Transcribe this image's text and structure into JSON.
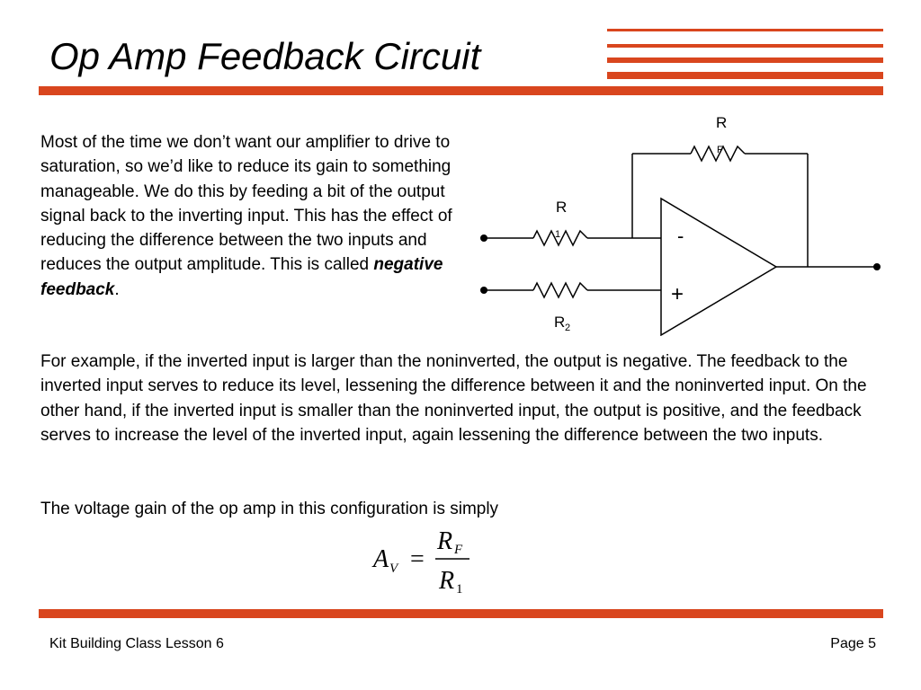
{
  "slide": {
    "title": "Op Amp Feedback Circuit",
    "intro_text": "Most of the time we don’t want our amplifier to drive to saturation, so we’d like to reduce its gain to something manageable. We do this by feeding a bit of the output signal back to the inverting input. This has the effect of reducing the difference between the two inputs and reduces the output amplitude. This is called ",
    "intro_emphasis": "negative feedback",
    "intro_end": ".",
    "paragraph2": "For example, if the inverted input is larger than the noninverted, the output is negative. The feedback to the inverted input serves to reduce its level, lessening the difference between it and the noninverted input. On the other hand, if the inverted input is smaller than the noninverted input, the output is positive, and the feedback serves to increase the level of the inverted input, again lessening the difference between the two inputs.",
    "paragraph3": "The voltage gain of the op amp in this configuration is simply"
  },
  "circuit": {
    "rf_letter": "R",
    "rf_sub": "F",
    "r1_letter": "R",
    "r1_sub": "1",
    "r2_letter": "R",
    "r2_sub": "2",
    "minus_sign": "-",
    "plus_sign": "+"
  },
  "equation": {
    "lhs_letter": "A",
    "lhs_sub": "V",
    "equals": "=",
    "num_letter": "R",
    "num_sub": "F",
    "den_letter": "R",
    "den_sub": "1"
  },
  "footer": {
    "left": "Kit Building Class Lesson 6",
    "right": "Page 5"
  },
  "colors": {
    "accent": "#d9461e"
  }
}
